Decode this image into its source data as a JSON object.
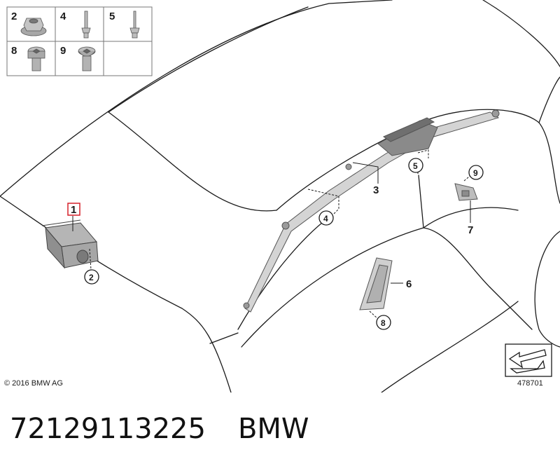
{
  "thumbnails": [
    {
      "id": "2",
      "label": "2",
      "icon": "nut-icon"
    },
    {
      "id": "4",
      "label": "4",
      "icon": "rivet-icon"
    },
    {
      "id": "5",
      "label": "5",
      "icon": "rivet-icon"
    },
    {
      "id": "8",
      "label": "8",
      "icon": "torx-bolt-icon"
    },
    {
      "id": "9",
      "label": "9",
      "icon": "torx-bolt-icon"
    }
  ],
  "callouts": {
    "p1": "1",
    "p2": "2",
    "p3": "3",
    "p4": "4",
    "p5": "5",
    "p6": "6",
    "p7": "7",
    "p8": "8",
    "p9": "9"
  },
  "highlight_color": "#d6202a",
  "copyright": "© 2016 BMW AG",
  "diagram_ref": "478701",
  "part_number": "72129113225",
  "brand": "BMW"
}
